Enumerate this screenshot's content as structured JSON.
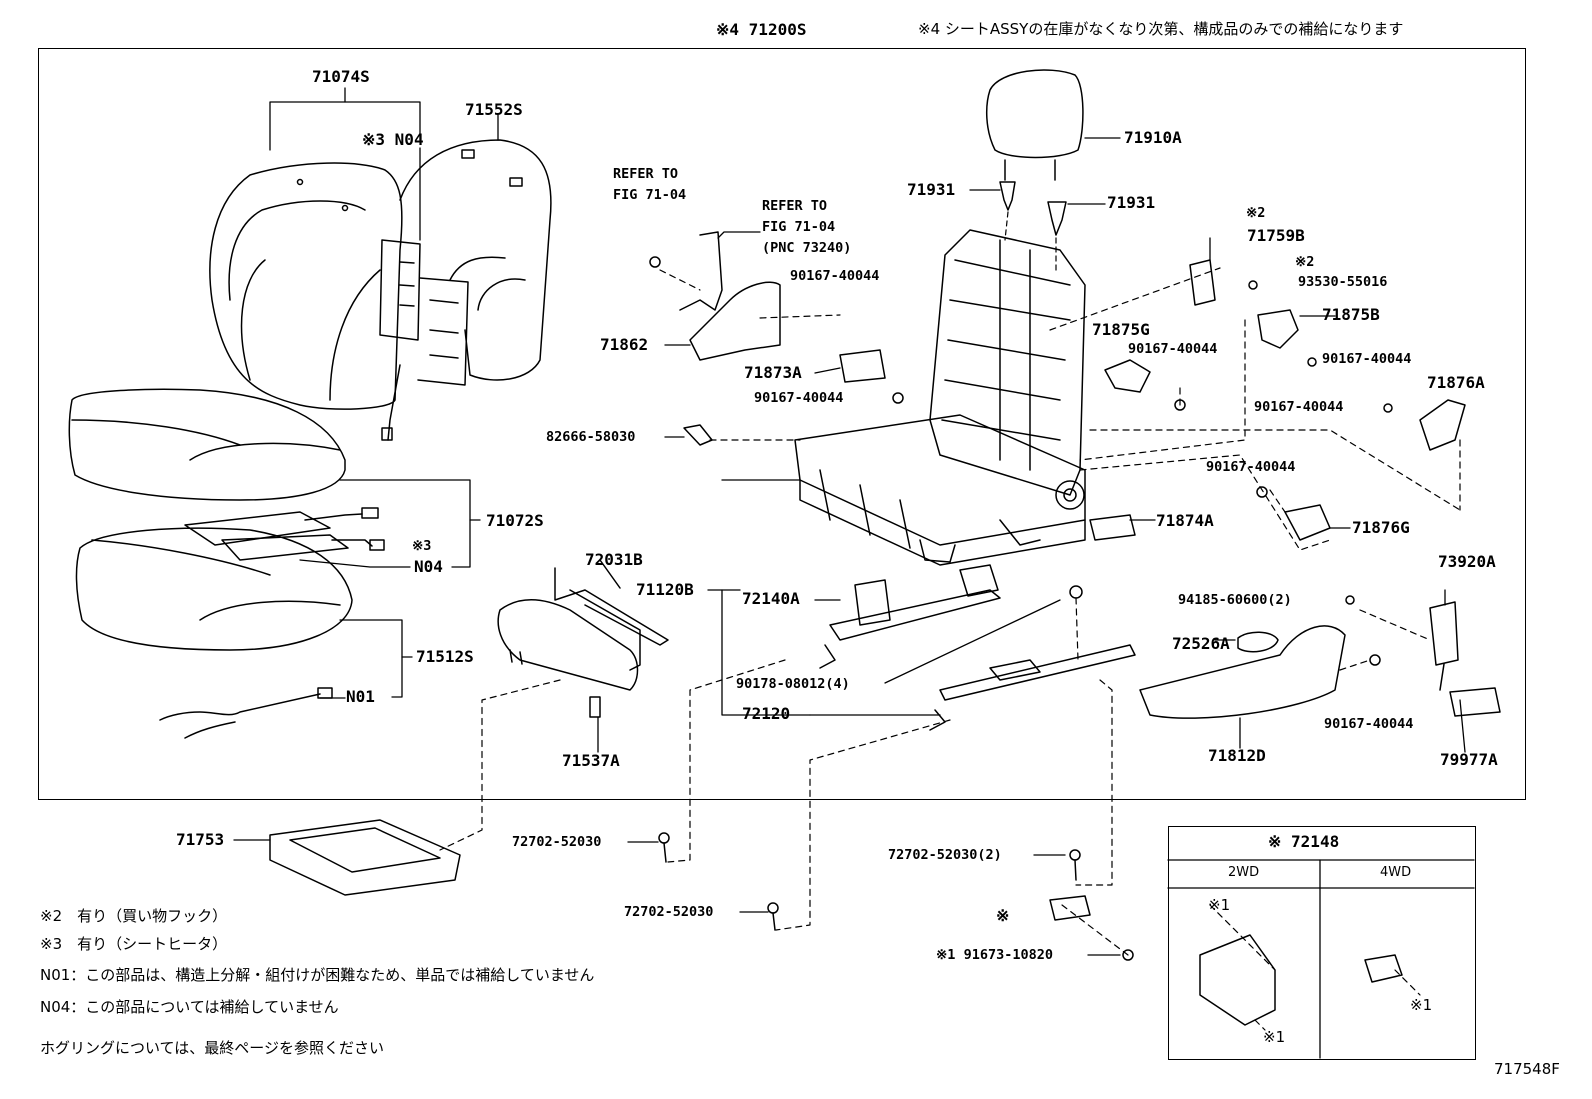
{
  "header": {
    "assy_label": "※4 71200S",
    "assy_note": "※4 シートASSYの在庫がなくなり次第、構成品のみでの補給になります"
  },
  "labels": {
    "p71074S": "71074S",
    "p71552S": "71552S",
    "n04_top": "※3 N04",
    "p71072S": "71072S",
    "n04_mid_mark": "※3",
    "n04_mid": "N04",
    "p71512S": "71512S",
    "n01": "N01",
    "p72031B": "72031B",
    "p71120B": "71120B",
    "p71537A": "71537A",
    "p71753": "71753",
    "refer1_a": "REFER TO",
    "refer1_b": "FIG 71-04",
    "refer2_a": "REFER TO",
    "refer2_b": "FIG 71-04",
    "refer2_c": "(PNC 73240)",
    "p71862": "71862",
    "b90167_1": "90167-40044",
    "p71873A": "71873A",
    "b90167_2": "90167-40044",
    "p82666": "82666-58030",
    "p71910A": "71910A",
    "p71931_l": "71931",
    "p71931_r": "71931",
    "mark2_a": "※2",
    "p71759B": "71759B",
    "mark2_b": "※2",
    "p93530": "93530-55016",
    "p71875B": "71875B",
    "p71875G": "71875G",
    "b90167_3": "90167-40044",
    "b90167_4": "90167-40044",
    "b90167_5": "90167-40044",
    "p71876A": "71876A",
    "b90167_6": "90167-40044",
    "p71876G": "71876G",
    "p71874A": "71874A",
    "p72140A": "72140A",
    "p90178": "90178-08012(4)",
    "p72120": "72120",
    "p94185": "94185-60600(2)",
    "p73920A": "73920A",
    "p72526A": "72526A",
    "b90167_7": "90167-40044",
    "p71812D": "71812D",
    "p79977A": "79977A",
    "p72702_a": "72702-52030",
    "p72702_b": "72702-52030",
    "p72702_c": "72702-52030(2)",
    "mark_x": "※",
    "p91673": "※1 91673-10820"
  },
  "inset": {
    "title": "※ 72148",
    "col1": "2WD",
    "col2": "4WD",
    "m1a": "※1",
    "m1b": "※1",
    "m1c": "※1"
  },
  "notes": {
    "n2": "※2　有り（買い物フック）",
    "n3": "※3　有り（シートヒータ）",
    "n01": "N01：この部品は、構造上分解・組付けが困難なため、単品では補給していません",
    "n04": "N04：この部品については補給していません",
    "hog": "ホグリングについては、最終ページを参照ください"
  },
  "figure_code": "717548F"
}
